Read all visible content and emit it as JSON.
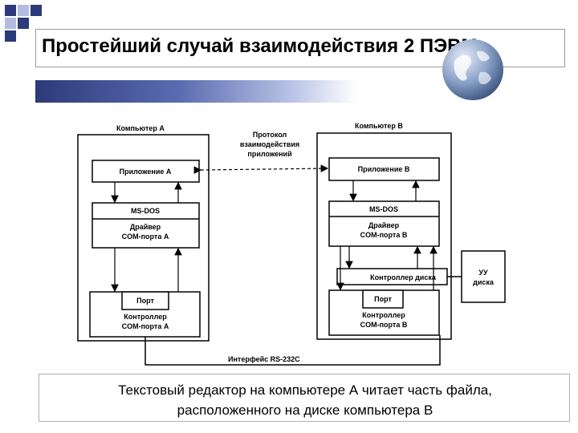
{
  "slide": {
    "title": "Простейший случай взаимодействия 2 ПЭВМ",
    "caption_line1": "Текстовый редактор на компьютере А читает часть файла,",
    "caption_line2": "расположенного на диске компьютера В"
  },
  "diagram": {
    "computer_a": {
      "label": "Компьютер А",
      "app": "Приложение А",
      "os": "MS-DOS",
      "driver_line1": "Драйвер",
      "driver_line2": "COM-порта А",
      "port": "Порт",
      "controller_line1": "Контроллер",
      "controller_line2": "COM-порта А"
    },
    "computer_b": {
      "label": "Компьютер В",
      "app": "Приложение В",
      "os": "MS-DOS",
      "driver_line1": "Драйвер",
      "driver_line2": "COM-порта В",
      "disk_controller": "Контроллер диска",
      "port": "Порт",
      "controller_line1": "Контроллер",
      "controller_line2": "COM-порта В"
    },
    "protocol_line1": "Протокол",
    "protocol_line2": "взаимодействия",
    "protocol_line3": "приложений",
    "device_line1": "УУ",
    "device_line2": "диска",
    "interface": "Интерфейс RS-232C"
  }
}
